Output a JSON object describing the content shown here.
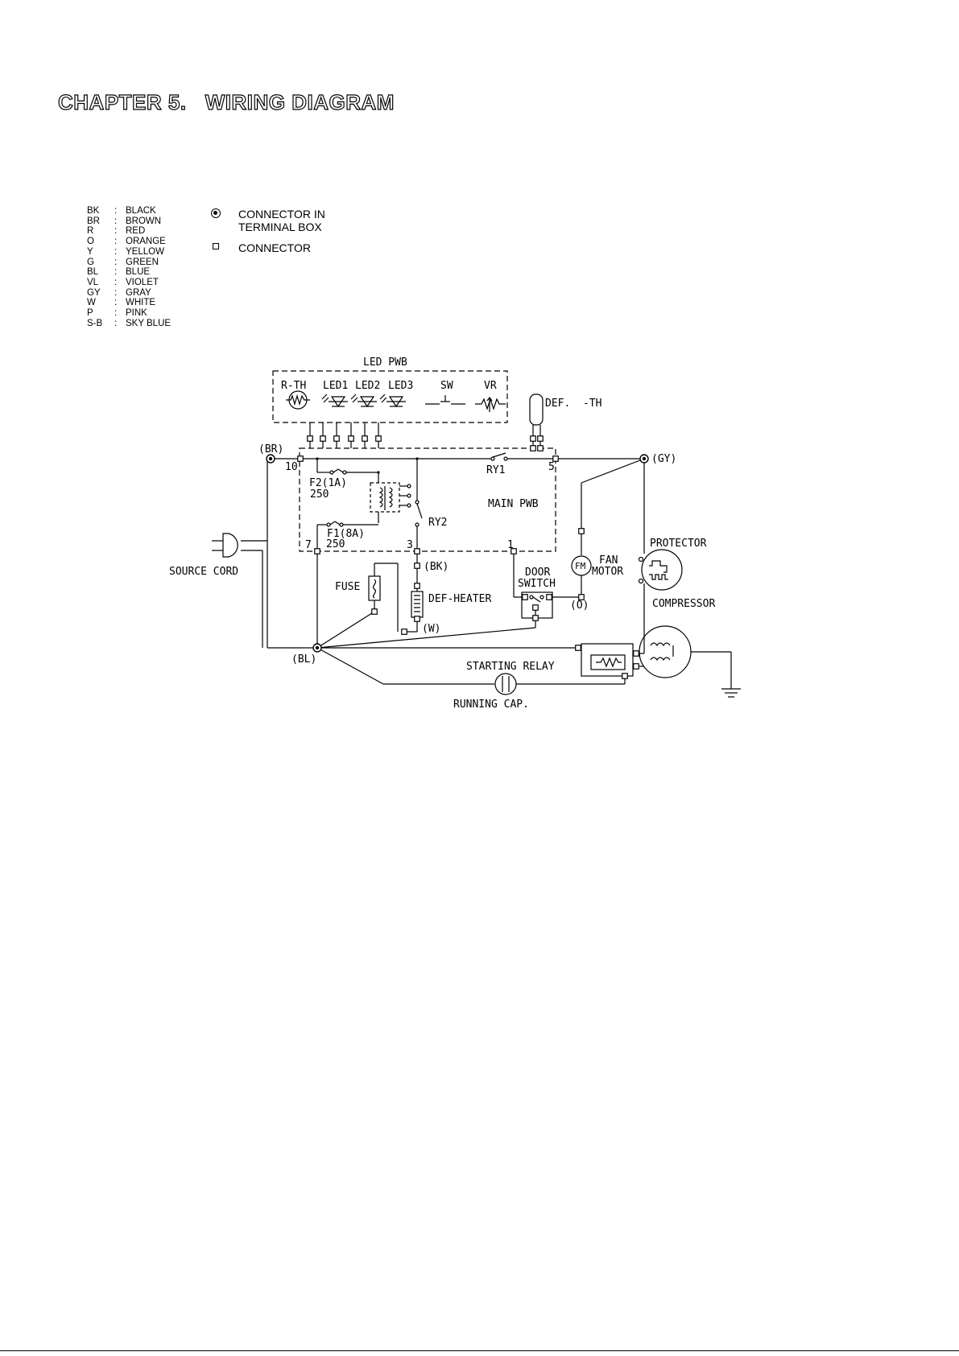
{
  "title": "CHAPTER 5.   WIRING DIAGRAM",
  "legend": [
    {
      "code": "BK",
      "name": "BLACK"
    },
    {
      "code": "BR",
      "name": "BROWN"
    },
    {
      "code": "R",
      "name": "RED"
    },
    {
      "code": "O",
      "name": "ORANGE"
    },
    {
      "code": "Y",
      "name": "YELLOW"
    },
    {
      "code": "G",
      "name": "GREEN"
    },
    {
      "code": "BL",
      "name": "BLUE"
    },
    {
      "code": "VL",
      "name": "VIOLET"
    },
    {
      "code": "GY",
      "name": "GRAY"
    },
    {
      "code": "W",
      "name": "WHITE"
    },
    {
      "code": "P",
      "name": "PINK"
    },
    {
      "code": "S-B",
      "name": "SKY BLUE"
    }
  ],
  "legend_separator": ":",
  "symbol_key": [
    {
      "icon": "terminal-box-connector-icon",
      "text": "CONNECTOR IN\nTERMINAL BOX"
    },
    {
      "icon": "connector-icon",
      "text": "CONNECTOR"
    }
  ],
  "labels": {
    "led_pwb": "LED PWB",
    "r_th": "R-TH",
    "led1": "LED1",
    "led2": "LED2",
    "led3": "LED3",
    "sw": "SW",
    "vr": "VR",
    "def_th": "DEF.  -TH",
    "br": "(BR)",
    "gy": "(GY)",
    "pin10": "10",
    "pin5": "5",
    "pin7": "7",
    "pin3": "3",
    "pin1": "1",
    "ry1": "RY1",
    "ry2": "RY2",
    "f2": "F2(1A)",
    "f2_v": "250",
    "f1": "F1(8A)",
    "f1_v": "250",
    "main_pwb": "MAIN PWB",
    "source_cord": "SOURCE CORD",
    "fuse": "FUSE",
    "bk": "(BK)",
    "def_heater": "DEF-HEATER",
    "w": "(W)",
    "door": "DOOR",
    "switch": "SWITCH",
    "o": "(O)",
    "fm": "FM",
    "fan": "FAN",
    "motor": "MOTOR",
    "protector": "PROTECTOR",
    "compressor": "COMPRESSOR",
    "bl": "(BL)",
    "starting_relay": "STARTING RELAY",
    "running_cap": "RUNNING CAP."
  }
}
